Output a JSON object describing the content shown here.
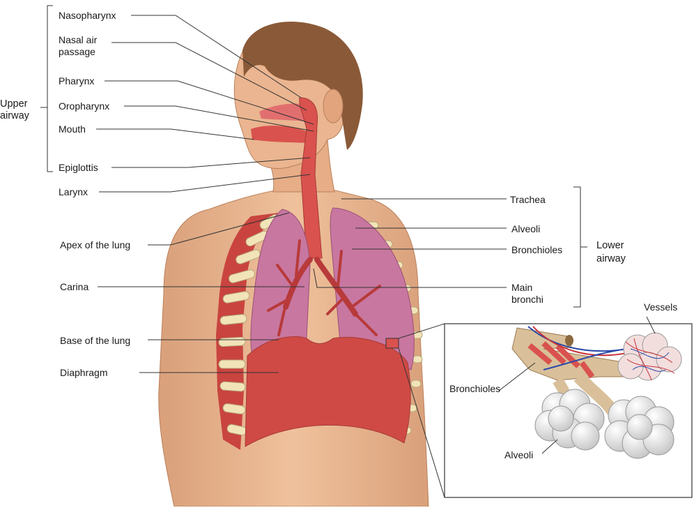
{
  "labels": {
    "nasopharynx": "Nasopharynx",
    "nasal_air": "Nasal air",
    "nasal_passage": "passage",
    "pharynx": "Pharynx",
    "oropharynx": "Oropharynx",
    "mouth": "Mouth",
    "epiglottis": "Epiglottis",
    "larynx": "Larynx",
    "apex": "Apex of the lung",
    "carina": "Carina",
    "base": "Base of the lung",
    "diaphragm": "Diaphragm",
    "trachea": "Trachea",
    "alveoli": "Alveoli",
    "bronchioles": "Bronchioles",
    "main_1": "Main",
    "main_2": "bronchi",
    "vessels": "Vessels",
    "inset_bronchioles": "Bronchioles",
    "inset_alveoli": "Alveoli"
  },
  "groups": {
    "upper_1": "Upper",
    "upper_2": "airway",
    "lower_1": "Lower",
    "lower_2": "airway"
  },
  "colors": {
    "skin": "#e9b58f",
    "skin_shadow": "#d39a74",
    "hair": "#8a5a38",
    "airway": "#d9524e",
    "lung": "#c877a0",
    "muscle": "#c9443f",
    "rib": "#f1e4b8",
    "leader": "#333333"
  }
}
